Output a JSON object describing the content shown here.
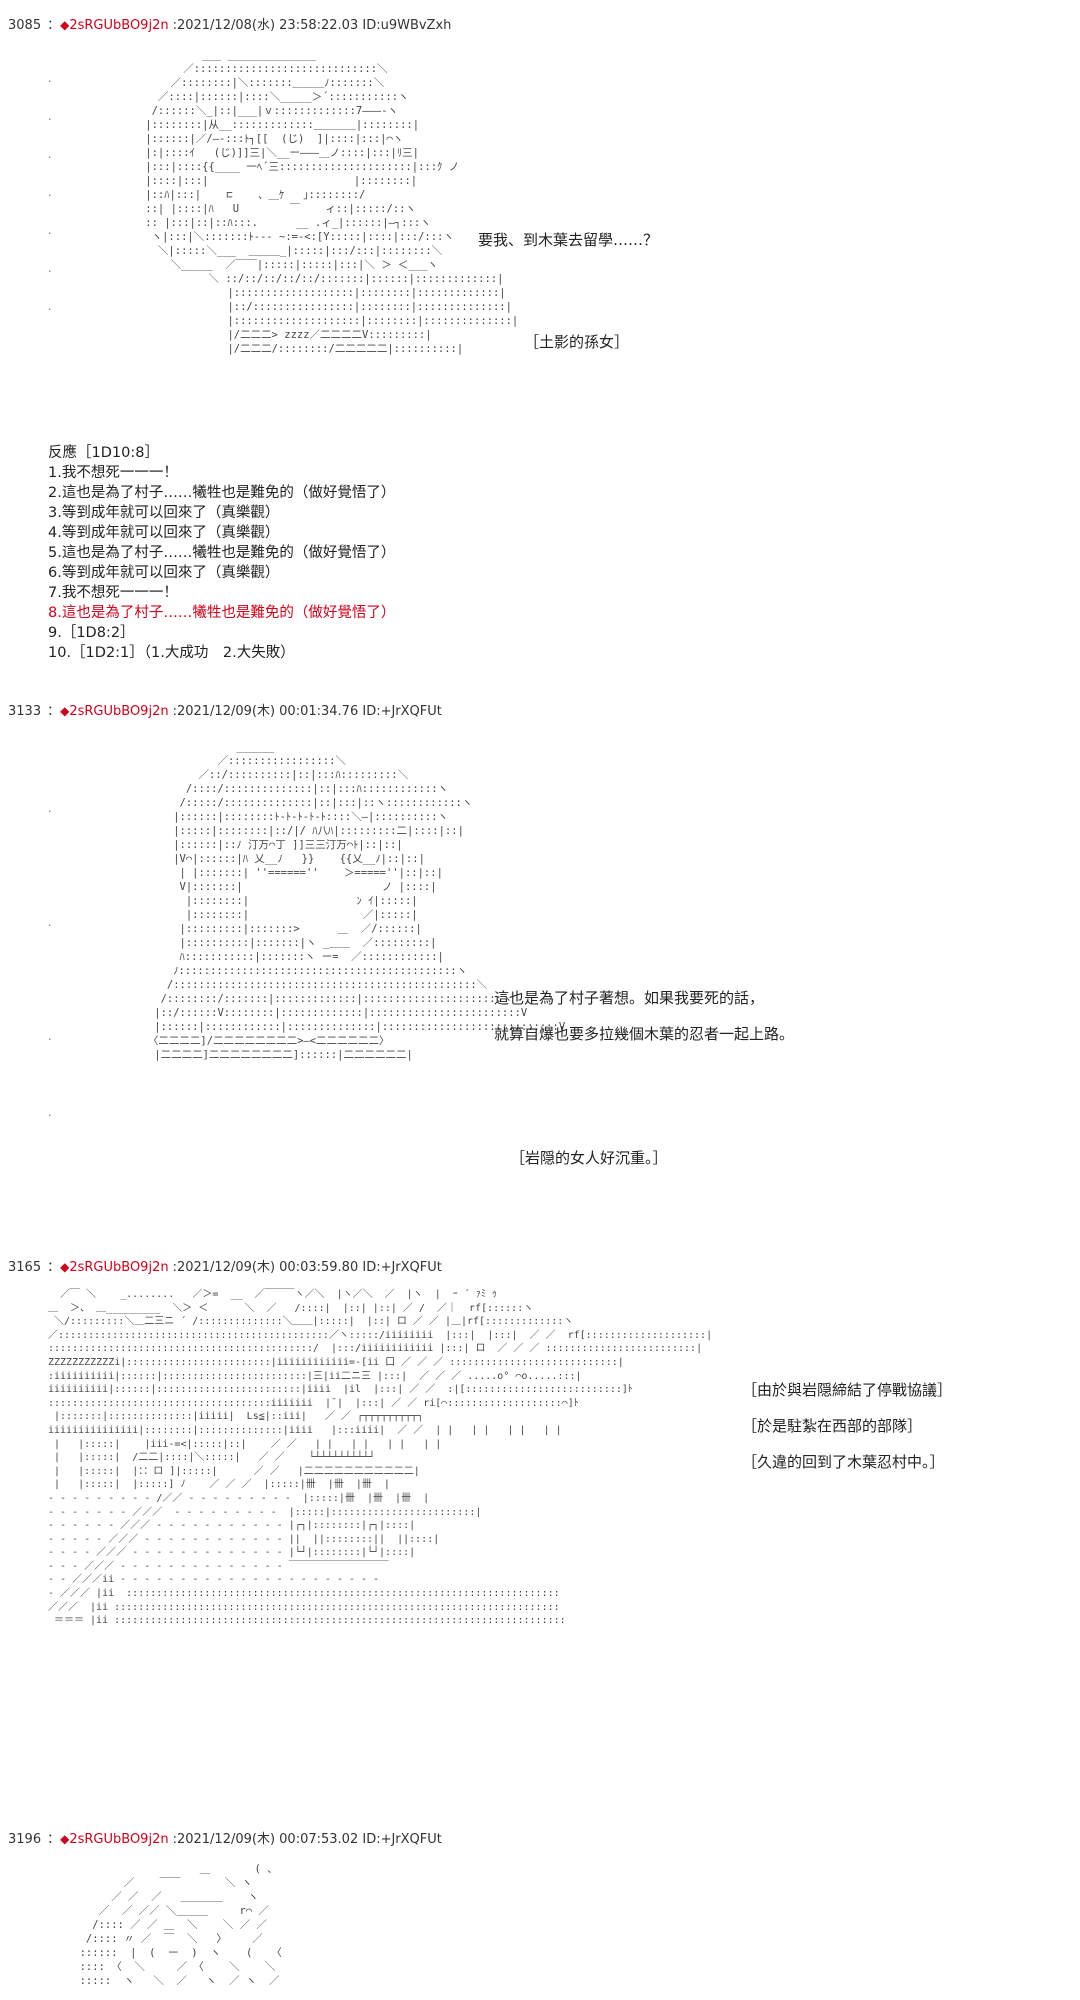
{
  "posts": [
    {
      "number": "3085",
      "separator": "：",
      "diamond": "◆",
      "trip": "2sRGUbBO9j2n",
      "meta": ":2021/12/08(水) 23:58:22.03 ID:u9WBvZxh",
      "dialog": [
        "要我、到木葉去留學……？",
        "［土影的孫女］"
      ],
      "reaction_title": "反應［1D10:8］",
      "reactions": [
        "1.我不想死一一一！",
        "2.這也是為了村子……犧牲也是難免的（做好覺悟了）",
        "3.等到成年就可以回來了（真樂觀）",
        "4.等到成年就可以回來了（真樂觀）",
        "5.這也是為了村子……犧牲也是難免的（做好覺悟了）",
        "6.等到成年就可以回來了（真樂觀）",
        "7.我不想死一一一！",
        "8.這也是為了村子……犧牲也是難免的（做好覺悟了）",
        "9.［1D8:2］",
        "10.［1D2:1］（1.大成功　2.大失敗）"
      ]
    },
    {
      "number": "3133",
      "separator": "：",
      "diamond": "◆",
      "trip": "2sRGUbBO9j2n",
      "meta": ":2021/12/09(木) 00:01:34.76 ID:+JrXQFUt",
      "dialog": [
        "這也是為了村子著想。如果我要死的話，",
        "就算自爆也要多拉幾個木葉的忍者一起上路。",
        "［岩隠的女人好沉重。］"
      ]
    },
    {
      "number": "3165",
      "separator": "：",
      "diamond": "◆",
      "trip": "2sRGUbBO9j2n",
      "meta": ":2021/12/09(木) 00:03:59.80 ID:+JrXQFUt",
      "dialog": [
        "［由於與岩隠締結了停戰協議］",
        "［於是駐紮在西部的部隊］",
        "［久違的回到了木葉忍村中。］"
      ]
    },
    {
      "number": "3196",
      "separator": "：",
      "diamond": "◆",
      "trip": "2sRGUbBO9j2n",
      "meta": ":2021/12/09(木) 00:07:53.02 ID:+JrXQFUt"
    }
  ],
  "colors": {
    "trip": "#d4001a",
    "highlight": "#d4001a"
  }
}
